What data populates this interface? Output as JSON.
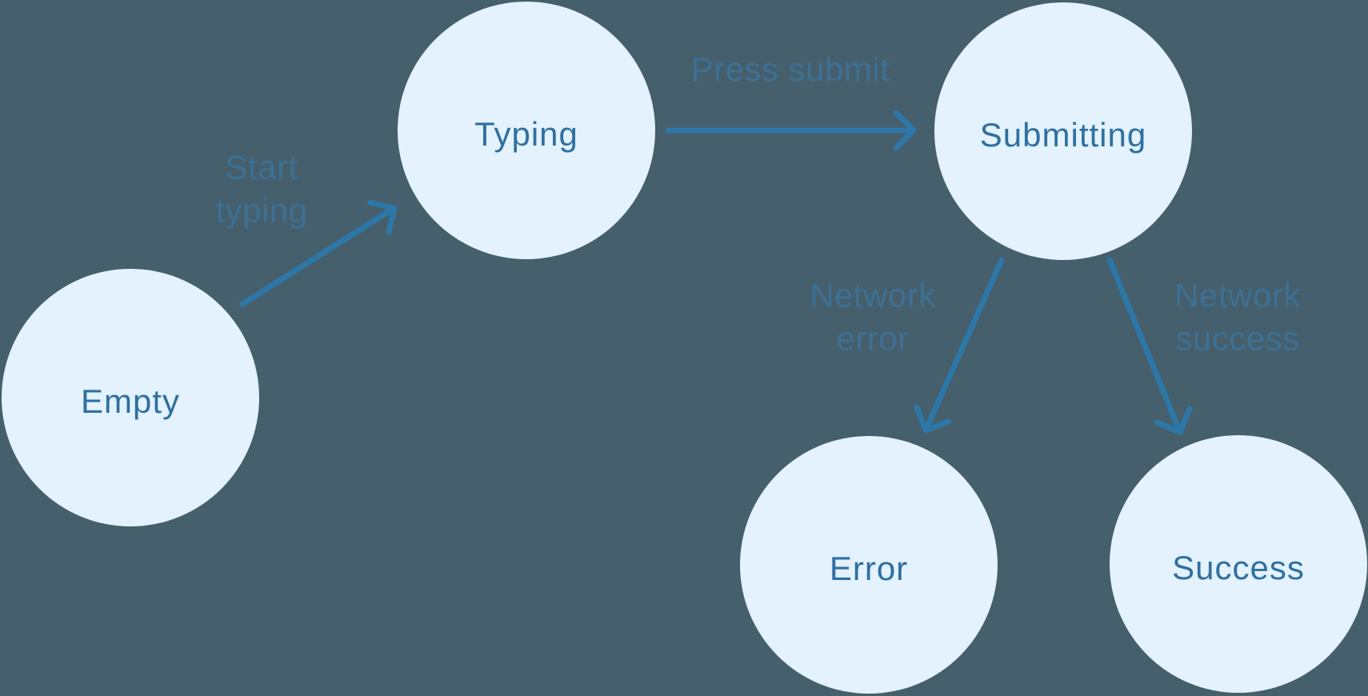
{
  "diagram": {
    "nodes": [
      {
        "id": "empty",
        "label": "Empty"
      },
      {
        "id": "typing",
        "label": "Typing"
      },
      {
        "id": "submitting",
        "label": "Submitting"
      },
      {
        "id": "error",
        "label": "Error"
      },
      {
        "id": "success",
        "label": "Success"
      }
    ],
    "edges": [
      {
        "from": "empty",
        "to": "typing",
        "label": "Start typing"
      },
      {
        "from": "typing",
        "to": "submitting",
        "label": "Press submit"
      },
      {
        "from": "submitting",
        "to": "error",
        "label": "Network error"
      },
      {
        "from": "submitting",
        "to": "success",
        "label": "Network success"
      }
    ]
  },
  "colors": {
    "background": "#455f6c",
    "node_fill": "#e3f2fd",
    "node_text": "#2f70a0",
    "arrow": "#2d77a8",
    "edge_label": "#3d7094"
  }
}
